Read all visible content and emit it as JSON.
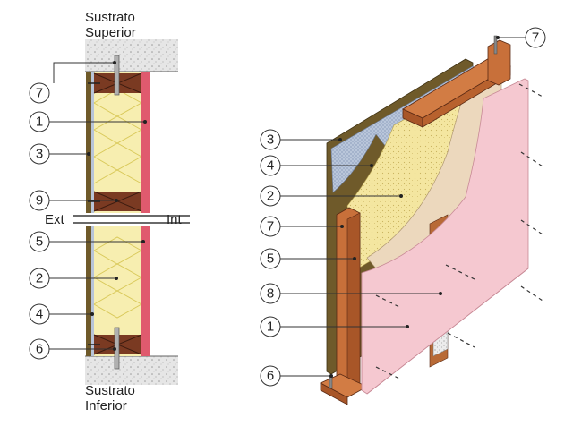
{
  "labels": {
    "substrate_top_line1": "Sustrato",
    "substrate_top_line2": "Superior",
    "substrate_bottom_line1": "Sustrato",
    "substrate_bottom_line2": "Inferior",
    "exterior": "Ext",
    "interior": "Int"
  },
  "section_callouts": [
    "7",
    "1",
    "3",
    "9",
    "5",
    "2",
    "4",
    "6"
  ],
  "iso_callouts": [
    "7",
    "3",
    "4",
    "2",
    "7",
    "5",
    "8",
    "1",
    "6"
  ],
  "colors": {
    "gypsum_board": "#f5c8d0",
    "gypsum_edge": "#e05a6e",
    "insulation": "#f7eeb0",
    "wood_stud": "#c8703a",
    "wood_dark": "#7a3a22",
    "sheathing": "#6f5a2a",
    "membrane": "#b8c4d8",
    "fill_foam": "#f5e8a8",
    "substrate": "#e4e4e4"
  }
}
